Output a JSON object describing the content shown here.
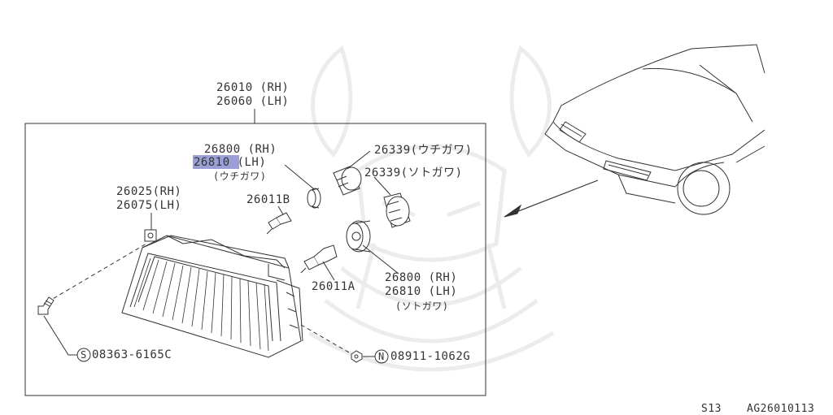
{
  "colors": {
    "line": "#333333",
    "highlight": "#9aa0d6",
    "watermark": "#ececec"
  },
  "labels": {
    "headlamp_rh": "26010 (RH)",
    "headlamp_lh": "26060 (LH)",
    "socket_inner_rh": "26800 (RH)",
    "socket_inner_lh": "26810 (LH)",
    "socket_inner_note": "(ウチガワ)",
    "cap_inner": "26339(ウチガワ)",
    "cap_outer": "26339(ソトガワ)",
    "bracket_rh": "26025(RH)",
    "bracket_lh": "26075(LH)",
    "bulb_b": "26011B",
    "bulb_a": "26011A",
    "socket_outer_rh": "26800 (RH)",
    "socket_outer_lh": "26810 (LH)",
    "socket_outer_note": "(ソトガワ)",
    "screw_symbol": "S",
    "screw_part": "08363-6165C",
    "nut_symbol": "N",
    "nut_part": "08911-1062G"
  },
  "footer": {
    "model": "S13",
    "diagram_code": "AG26010113"
  }
}
